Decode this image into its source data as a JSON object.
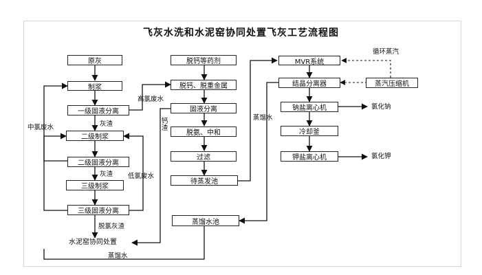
{
  "title": "飞灰水洗和水泥窑协同处置飞灰工艺流程图",
  "boxes": {
    "raw_ash": "原灰",
    "slurry1": "制浆",
    "sep1": "一级固液分离",
    "slurry2": "二级制浆",
    "sep2": "二级固液分离",
    "slurry3": "三级制浆",
    "sep3": "三级固液分离",
    "kiln": "水泥窑协同处置",
    "reagent": "脱钙等药剂",
    "decal": "脱钙、脱重金属",
    "sep_mid": "固液分离",
    "dechlor": "脱氨、中和",
    "filter": "过滤",
    "evap_pool": "待蒸发池",
    "distill_pool": "蒸馏水池",
    "mvr": "MVR系统",
    "cryst": "结晶分离器",
    "vapor_comp": "蒸汽压缩机",
    "na_cent": "钠盐离心机",
    "cooler": "冷却釜",
    "k_cent": "钾盐离心机"
  },
  "labels": {
    "high_cl_water": "高氯废水",
    "mid_cl_water": "中氯废水",
    "low_cl_water": "低氯废水",
    "ash_residue_1": "灰渣",
    "ash_residue_2": "灰渣",
    "dechlor_residue": "脱氯灰渣",
    "calcium_residue": "钙渣",
    "distilled_water_1": "蒸馏水",
    "distilled_water_2": "蒸馏水",
    "circ_steam": "循环蒸汽",
    "nacl": "氯化钠",
    "kcl": "氯化钾"
  }
}
